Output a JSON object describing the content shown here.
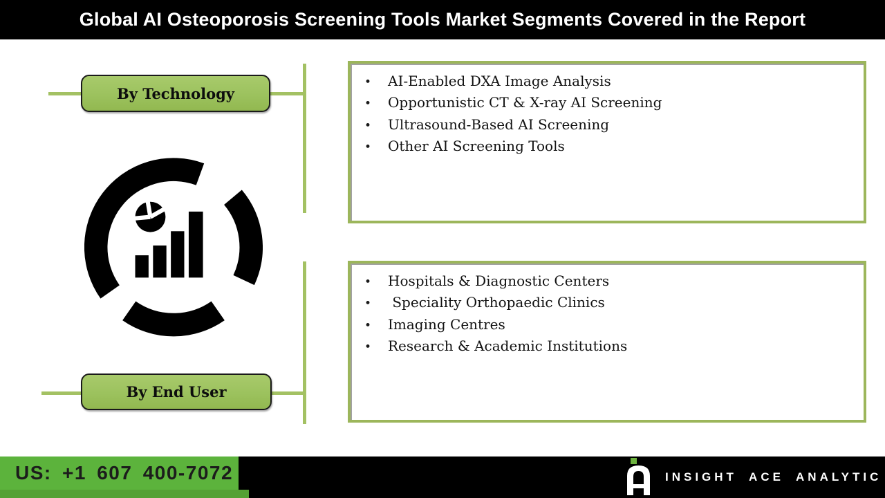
{
  "header": {
    "title": "Global AI Osteoporosis Screening Tools Market Segments Covered in the Report"
  },
  "bullet": "•",
  "segments": [
    {
      "label": "By Technology",
      "items": [
        "AI-Enabled DXA Image Analysis",
        "Opportunistic CT & X-ray AI Screening",
        "Ultrasound-Based AI Screening",
        "Other AI Screening Tools"
      ]
    },
    {
      "label": "By End User",
      "items": [
        "Hospitals & Diagnostic Centers",
        " Speciality Orthopaedic Clinics",
        "Imaging Centres",
        "Research & Academic Institutions"
      ]
    }
  ],
  "icon": {
    "name": "analytics-ring-icon",
    "parts": [
      "broken-circle-ring",
      "pie-chart-icon",
      "bar-chart-icon"
    ]
  },
  "footer": {
    "phone": "US: +1 607 400-7072",
    "brand": "INSIGHT ACE ANALYTIC"
  },
  "colors": {
    "button_green": "#9CC25E",
    "line_green": "#A3C163",
    "box_border_green": "#9CB65B",
    "footer_green": "#5CB33C",
    "footer_green_dark": "#54A134",
    "logo_dot_green": "#6CB33E",
    "header_black": "#000000"
  }
}
